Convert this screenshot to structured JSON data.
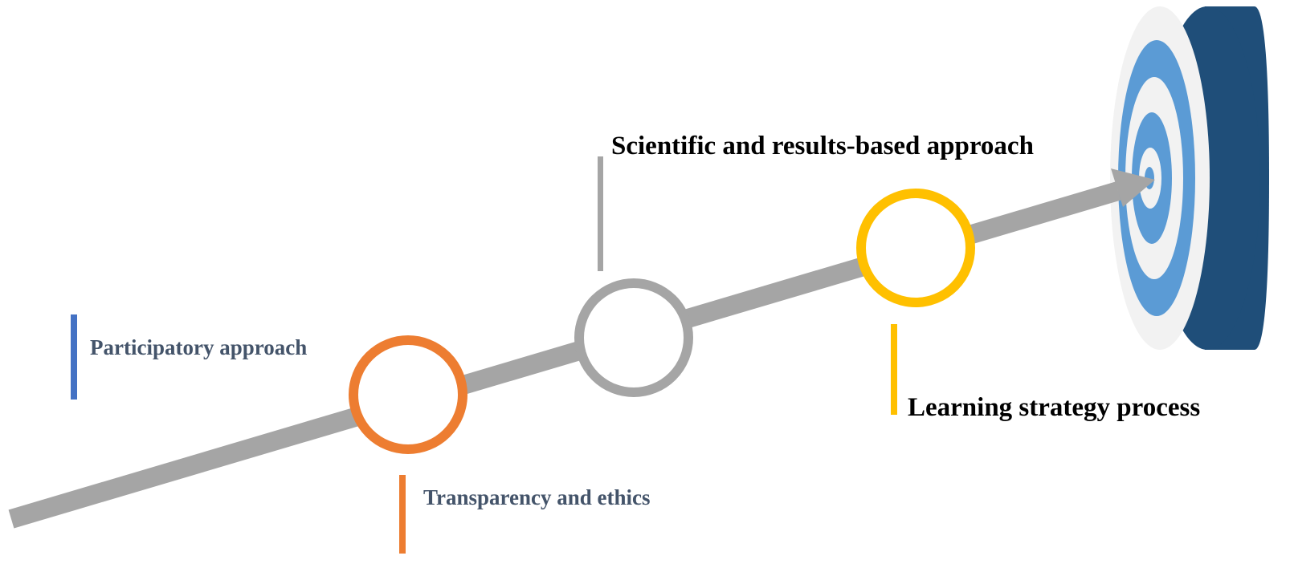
{
  "diagram": {
    "steps": [
      {
        "id": "participatory",
        "label": "Participatory approach",
        "color": "#4472C4",
        "text_color": "#44546A"
      },
      {
        "id": "transparency",
        "label": "Transparency and ethics",
        "color": "#ED7D31",
        "text_color": "#44546A"
      },
      {
        "id": "scientific",
        "label": "Scientific and results-based approach",
        "color": "#A5A5A5",
        "text_color": "#000000"
      },
      {
        "id": "learning",
        "label": "Learning strategy process",
        "color": "#FFC000",
        "text_color": "#000000"
      }
    ],
    "arrow_color": "#A5A5A5",
    "target_colors": {
      "dark": "#1F4E79",
      "medium": "#5B9BD5",
      "light": "#F2F2F2"
    }
  }
}
